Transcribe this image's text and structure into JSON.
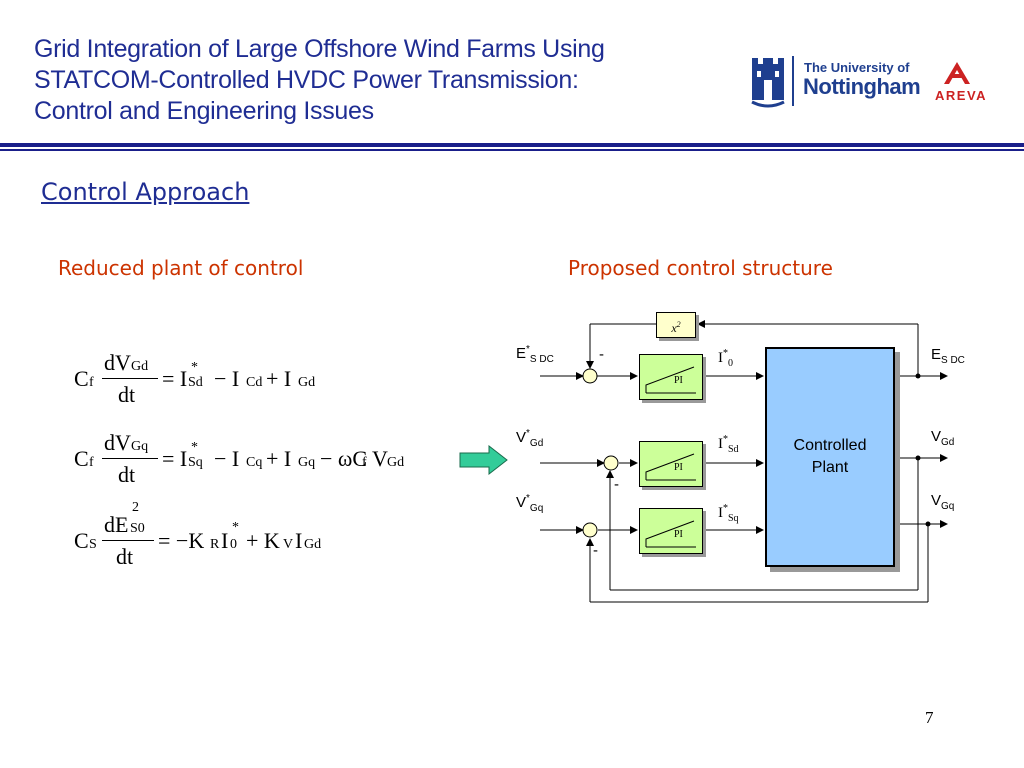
{
  "header": {
    "title_lines": [
      "Grid Integration of Large Offshore Wind Farms Using",
      "STATCOM-Controlled HVDC Power Transmission:",
      "Control and Engineering Issues"
    ],
    "logo_university": {
      "line1": "The University of",
      "line2": "Nottingham"
    },
    "logo_areva": "AREVA"
  },
  "section_title": "Control Approach",
  "left_heading": "Reduced plant of control",
  "right_heading": "Proposed control structure",
  "equations": [
    {
      "lhs_coef": "C",
      "lhs_coef_sub": "f",
      "num": "dV",
      "num_sub": "Gd",
      "num_sup": "",
      "den": "dt",
      "rhs": [
        {
          "t": "= I",
          "sup": "*",
          "sub": "Sd"
        },
        {
          "t": "− I",
          "sub": "Cd"
        },
        {
          "t": "+ I",
          "sub": "Gd"
        }
      ]
    },
    {
      "lhs_coef": "C",
      "lhs_coef_sub": "f",
      "num": "dV",
      "num_sub": "Gq",
      "num_sup": "",
      "den": "dt",
      "rhs": [
        {
          "t": "= I",
          "sup": "*",
          "sub": "Sq"
        },
        {
          "t": "− I",
          "sub": "Cq"
        },
        {
          "t": "+ I",
          "sub": "Gq"
        },
        {
          "t": "− ωC",
          "sub": "f"
        },
        {
          "t": "V",
          "sub": "Gd"
        }
      ]
    },
    {
      "lhs_coef": "C",
      "lhs_coef_sub": "S",
      "num": "dE",
      "num_sub": "S0",
      "num_sup": "2",
      "den": "dt",
      "rhs": [
        {
          "t": "= −K",
          "sub": "R"
        },
        {
          "t": "I",
          "sup": "*",
          "sub": "0"
        },
        {
          "t": "+ K",
          "sub": "V"
        },
        {
          "t": "I",
          "sub": "Gd"
        }
      ]
    }
  ],
  "diagram": {
    "inputs": {
      "e_ref": {
        "base": "E",
        "sup": "*",
        "sub": "S DC"
      },
      "vgd_ref": {
        "base": "V",
        "sup": "*",
        "sub": "Gd"
      },
      "vgq_ref": {
        "base": "V",
        "sup": "*",
        "sub": "Gq"
      }
    },
    "controller_label": "PI",
    "square_block": {
      "base": "x",
      "sup": "2"
    },
    "minus_sign": "-",
    "refs": {
      "i0": {
        "base": "I",
        "sup": "*",
        "sub": "0"
      },
      "isd": {
        "base": "I",
        "sup": "*",
        "sub": "Sd"
      },
      "isq": {
        "base": "I",
        "sup": "*",
        "sub": "Sq"
      }
    },
    "plant_line1": "Controlled",
    "plant_line2": "Plant",
    "outputs": {
      "es_dc": {
        "base": "E",
        "sub": "S DC"
      },
      "vgd": {
        "base": "V",
        "sub": "Gd"
      },
      "vgq": {
        "base": "V",
        "sub": "Gq"
      }
    }
  },
  "page_number": "7",
  "colors": {
    "title": "#1f2d93",
    "subheading": "#cc3300",
    "plant": "#99ccff",
    "pi_block": "#ccff99",
    "square_block": "#ffffcc",
    "arrow": "#33cc99"
  }
}
